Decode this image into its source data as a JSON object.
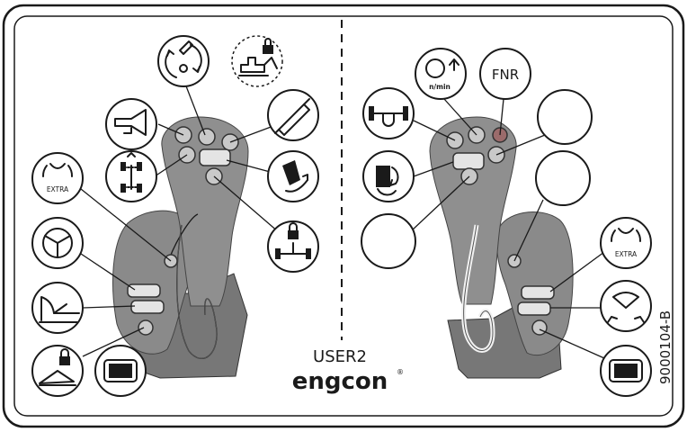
{
  "labels": {
    "user_mode": "USER2",
    "brand": "engcon",
    "registered": "®",
    "part_number": "9000104-B",
    "fnr": "FNR",
    "rpm_unit": "n/min",
    "extra_left": "EXTRA",
    "extra_right": "EXTRA"
  },
  "icons": {
    "left": [
      "rotate-icon",
      "locked-machine-icon",
      "horn-icon",
      "grease-icon",
      "steering-axles-icon",
      "tilt-bucket-icon",
      "axle-lock-icon",
      "extra-left-icon",
      "steering-wheel-icon",
      "dozer-blade-icon",
      "locked-blade-icon",
      "display-left-icon"
    ],
    "right": [
      "rpm-up-icon",
      "fnr-icon",
      "axle-brake-icon",
      "empty-circle-1",
      "transmission-rotate-icon",
      "empty-circle-2",
      "empty-circle-3",
      "extra-right-icon",
      "outrigger-icon",
      "display-right-icon"
    ]
  },
  "colors": {
    "joystick": "#8a8a8a",
    "joystick_dark": "#6e6e6e",
    "buttons": "#c9c9c9",
    "outline": "#1a1a1a"
  }
}
